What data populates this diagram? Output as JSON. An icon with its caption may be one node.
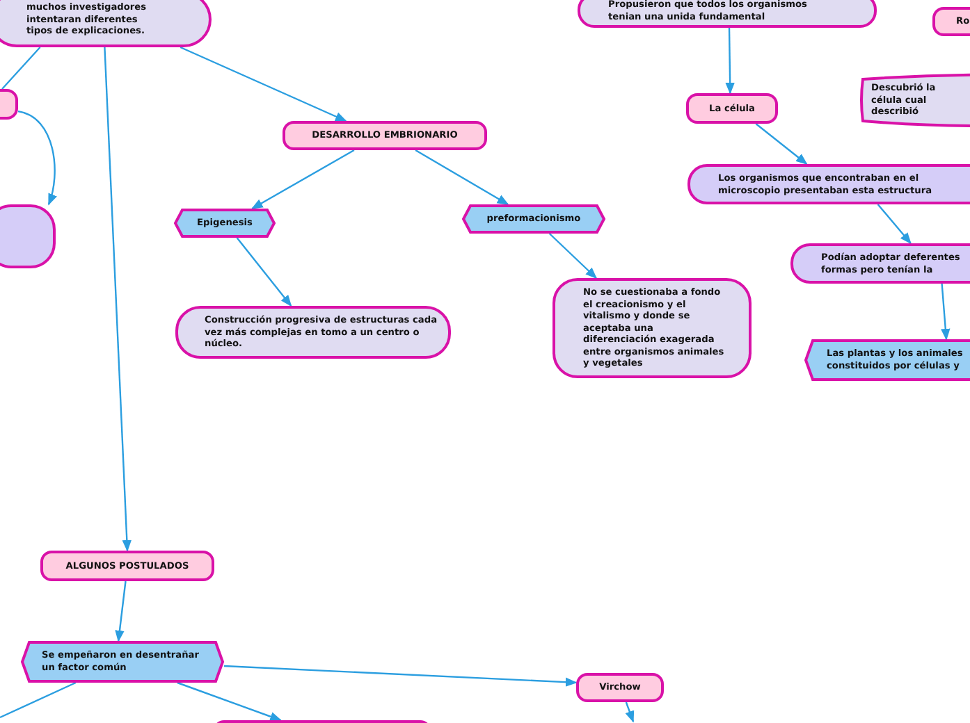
{
  "diagram": {
    "nodes": [
      {
        "text": [
          "muchos investigadores intentaran diferentes tipos de explicaciones."
        ]
      },
      {
        "text": [],
        "shape": "box"
      },
      {
        "text": [],
        "shape": "box"
      },
      {
        "text": [
          "DESARROLLO  EMBRIONARIO"
        ]
      },
      {
        "text": [
          "Epigenesis"
        ]
      },
      {
        "text": [
          "preformacionismo"
        ]
      },
      {
        "text": [
          "Construcción progresiva de estructuras cada vez más complejas en tomo a un centro o núcleo."
        ]
      },
      {
        "text": [
          "No se cuestionaba a fondo el creacionismo y el vitalismo y donde se aceptaba una diferenciación exagerada entre organismos animales y vegetales"
        ]
      },
      {
        "text": [
          "Propusieron que todos los organismos tenian una unida fundamental"
        ]
      },
      {
        "text": [
          "Ro"
        ]
      },
      {
        "text": [
          "La célula"
        ]
      },
      {
        "text": [
          "Descubrió la célula cual describió"
        ]
      },
      {
        "text": [
          "Los organismos que encontraban en el microscopio presentaban esta estructura"
        ]
      },
      {
        "text": [
          "Podían adoptar deferentes formas pero tenían la"
        ]
      },
      {
        "text": [
          "Las plantas y los animales constituidos por células y"
        ]
      },
      {
        "text": [
          "ALGUNOS POSTULADOS"
        ]
      },
      {
        "text": [
          "Se empeñaron en desentrañar un factor común"
        ]
      },
      {
        "text": [
          "Virchow"
        ]
      },
      {
        "text": [],
        "shape": "box"
      }
    ],
    "edges": [
      {
        "from": 0,
        "to": 1,
        "arrow": "none"
      },
      {
        "from": 1,
        "to": 2,
        "arrow": "to"
      },
      {
        "from": 0,
        "to": 15,
        "arrow": "to"
      },
      {
        "from": 0,
        "to": 3,
        "arrow": "to"
      },
      {
        "from": 3,
        "to": 4,
        "arrow": "to"
      },
      {
        "from": 3,
        "to": 5,
        "arrow": "to"
      },
      {
        "from": 4,
        "to": 6,
        "arrow": "to"
      },
      {
        "from": 5,
        "to": 7,
        "arrow": "to"
      },
      {
        "from": 8,
        "to": 10,
        "arrow": "to"
      },
      {
        "from": 10,
        "to": 12,
        "arrow": "to"
      },
      {
        "from": 12,
        "to": 13,
        "arrow": "to"
      },
      {
        "from": 13,
        "to": 14,
        "arrow": "to"
      },
      {
        "from": 15,
        "to": 16,
        "arrow": "to"
      },
      {
        "from": 16,
        "to": 17,
        "arrow": "to"
      },
      {
        "from": 16,
        "to": null,
        "arrow": "none"
      },
      {
        "from": 16,
        "to": 18,
        "arrow": "to"
      },
      {
        "from": 17,
        "to": null,
        "arrow": "to"
      }
    ]
  }
}
